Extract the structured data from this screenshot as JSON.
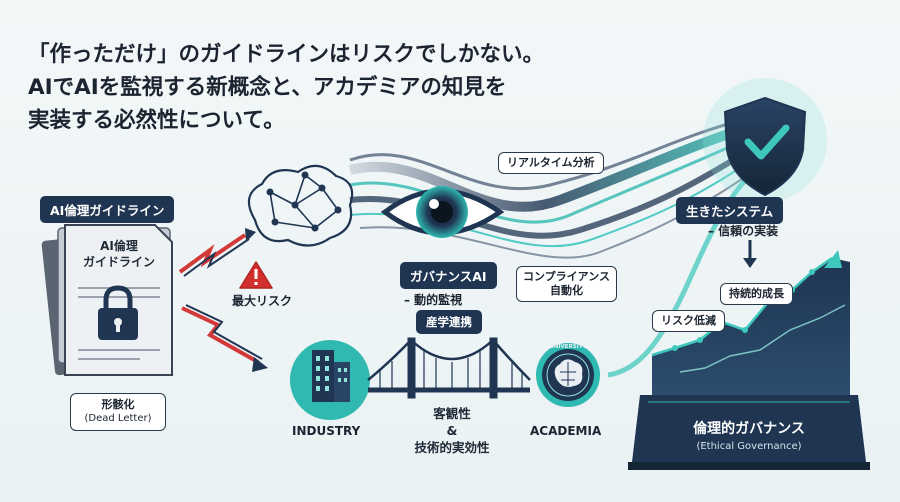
{
  "headline": {
    "line1": "「作っただけ」のガイドラインはリスクでしかない。",
    "line2": "AIでAIを監視する新概念と、アカデミアの知見を",
    "line3": "実装する必然性について。"
  },
  "guideline": {
    "tag": "AI倫理ガイドライン",
    "doc_line1": "AI倫理",
    "doc_line2": "ガイドライン",
    "state_label": "形骸化",
    "state_sub": "(Dead Letter)"
  },
  "risk": {
    "label": "最大リスク"
  },
  "governance_ai": {
    "tag": "ガバナンスAI",
    "desc": "– 動的監視",
    "realtime": "リアルタイム分析",
    "compliance_line1": "コンプライアンス",
    "compliance_line2": "自動化"
  },
  "living_system": {
    "tag": "生きたシステム",
    "desc": "– 信頼の実装"
  },
  "collaboration": {
    "tag": "産学連携",
    "industry": "INDUSTRY",
    "academia": "ACADEMIA",
    "university": "UNIVERSITY",
    "value_line1": "客観性",
    "value_amp": "&",
    "value_line2": "技術的実効性"
  },
  "outcome": {
    "risk_reduction": "リスク低減",
    "sustainable_growth": "持続的成長",
    "base_title": "倫理的ガバナンス",
    "base_sub": "(Ethical Governance)"
  },
  "colors": {
    "navy": "#1f3552",
    "teal": "#2fb9b0",
    "red": "#d23a3a",
    "warning": "#d42f2f"
  }
}
